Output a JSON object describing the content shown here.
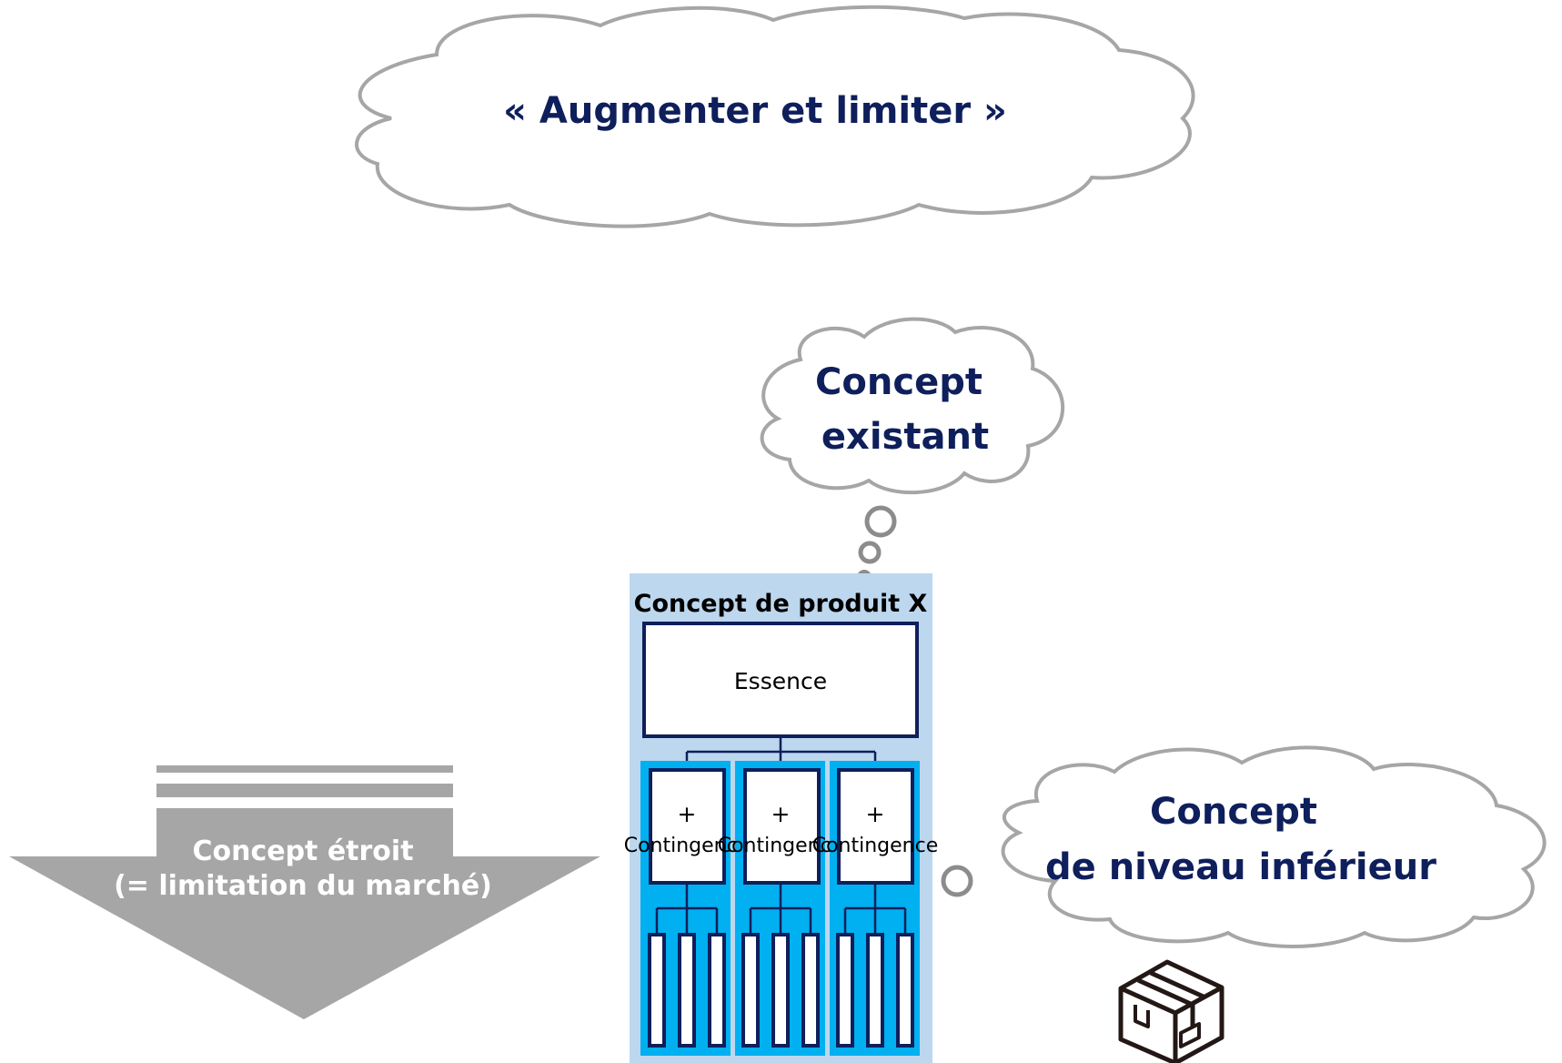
{
  "main_cloud": {
    "text": "« Augmenter et limiter »"
  },
  "existing_cloud": {
    "line1": "Concept",
    "line2": "existant"
  },
  "lower_cloud": {
    "line1": "Concept",
    "line2": "de niveau inférieur"
  },
  "arrow": {
    "line1": "Concept étroit",
    "line2": "(= limitation du marché)"
  },
  "product": {
    "title": "Concept de produit X",
    "essence": "Essence",
    "contingencies": [
      {
        "plus": "+",
        "label": "Contingence"
      },
      {
        "plus": "+",
        "label": "Contingence"
      },
      {
        "plus": "+",
        "label": "Contingence"
      }
    ]
  },
  "colors": {
    "navy": "#0f1f5c",
    "light_blue": "#bdd7ee",
    "bright_blue": "#00b0f0",
    "gray": "#a6a6a6"
  },
  "icons": {
    "box": "package-box-icon"
  }
}
